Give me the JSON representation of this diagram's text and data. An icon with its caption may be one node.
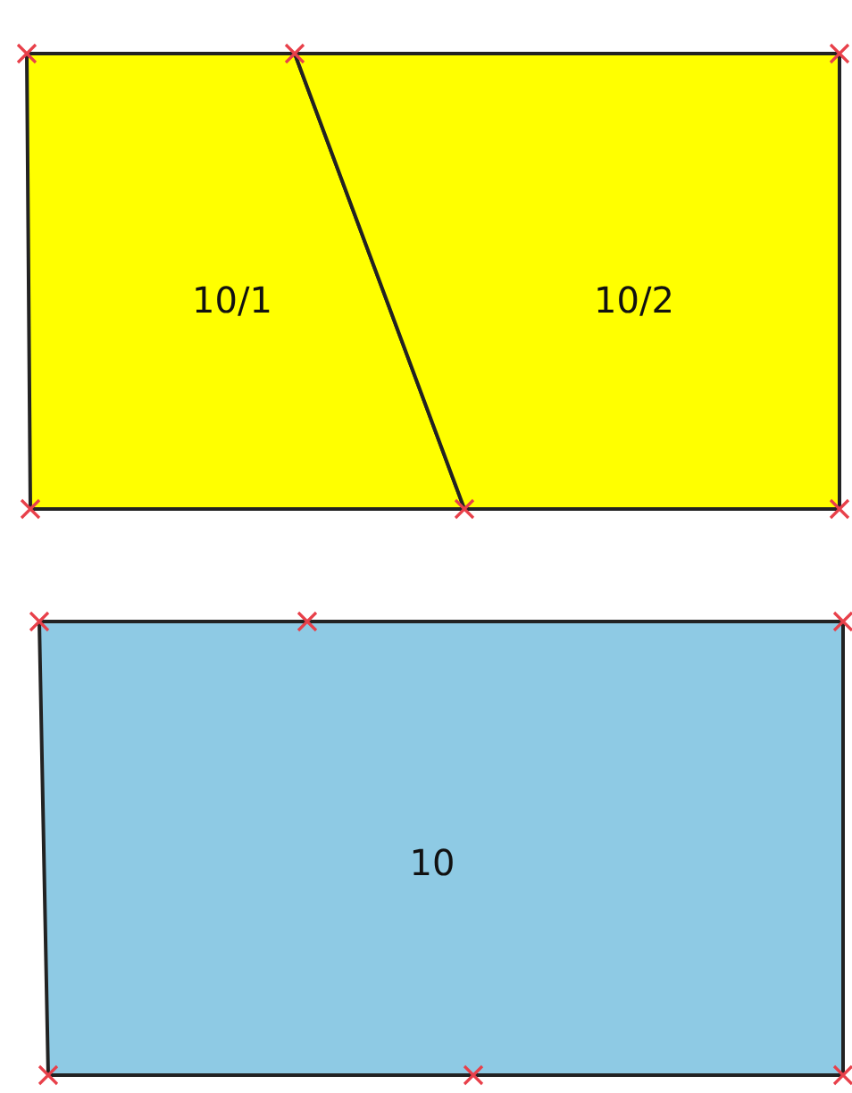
{
  "diagram": {
    "nodes": [
      {
        "text": [
          "10/1"
        ]
      },
      {
        "text": [
          "10/2"
        ]
      },
      {
        "text": [
          "10"
        ]
      }
    ]
  }
}
